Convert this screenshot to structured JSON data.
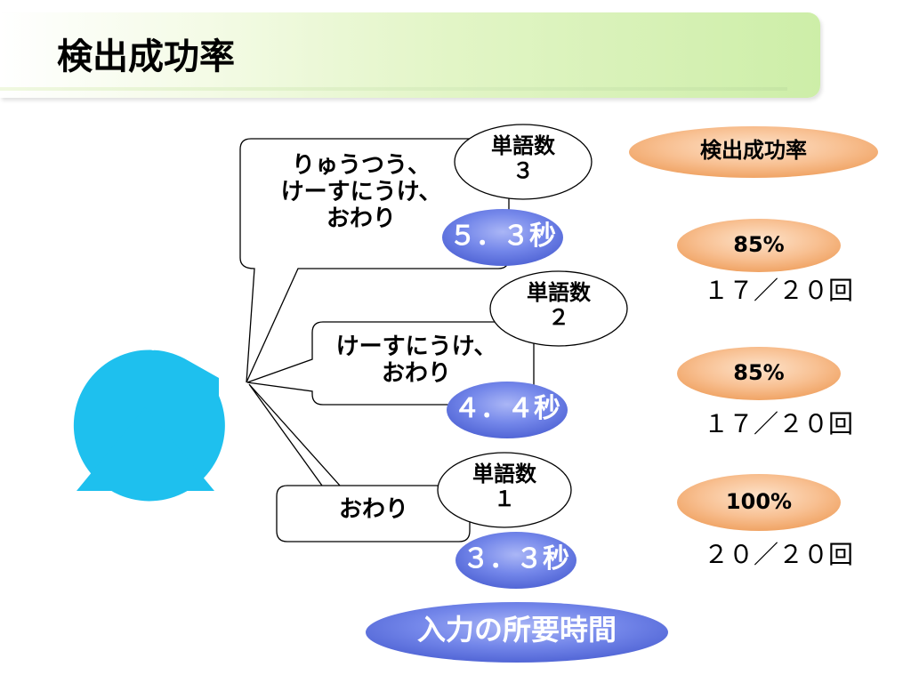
{
  "page_title": "検出成功率",
  "speech_bubbles": [
    {
      "text_lines": [
        "りゅうつう、",
        "けーすにうけ、",
        "おわり"
      ]
    },
    {
      "text_lines": [
        "けーすにうけ、",
        "おわり"
      ]
    },
    {
      "text_lines": [
        "おわり"
      ]
    }
  ],
  "word_count_labels": [
    {
      "lines": [
        "単語数",
        "３"
      ]
    },
    {
      "lines": [
        "単語数",
        "２"
      ]
    },
    {
      "lines": [
        "単語数",
        "１"
      ]
    }
  ],
  "input_times": [
    "５．３秒",
    "４．４秒",
    "３．３秒"
  ],
  "input_time_label": "入力の所要時間",
  "success_rate_header": "検出成功率",
  "success_rates": [
    {
      "rate": "85%",
      "count": "１７／２０回"
    },
    {
      "rate": "85%",
      "count": "１７／２０回"
    },
    {
      "rate": "100%",
      "count": "２０／２０回"
    }
  ],
  "colors": {
    "face": "#1ec0ee",
    "time_fill": "#6a7ee6",
    "rate_fill": "#f5b27a",
    "header_gradient_end": "#cdeea8"
  }
}
